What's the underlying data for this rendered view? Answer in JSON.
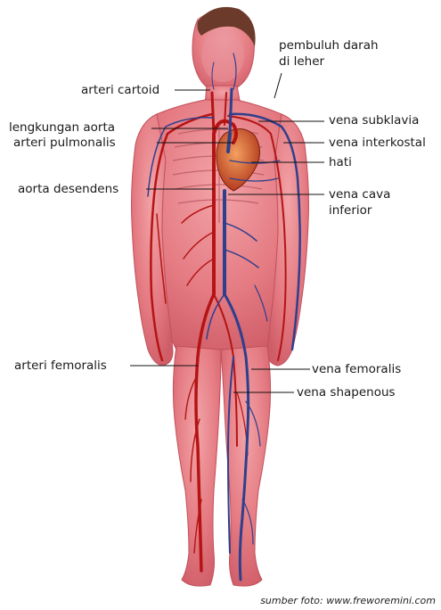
{
  "labels": {
    "pembuluh_darah_1": "pembuluh darah",
    "pembuluh_darah_2": "di leher",
    "arteri_cartoid": "arteri cartoid",
    "lengkungan_aorta": "lengkungan aorta",
    "arteri_pulmonalis": "arteri pulmonalis",
    "aorta_desendens": "aorta desendens",
    "vena_subklavia": "vena subklavia",
    "vena_interkostal": "vena interkostal",
    "hati": "hati",
    "vena_cava_1": "vena cava",
    "vena_cava_2": "inferior",
    "arteri_femoralis": "arteri femoralis",
    "vena_femoralis": "vena femoralis",
    "vena_shapenous": "vena shapenous"
  },
  "credit": "sumber foto: www.freworemini.com",
  "colors": {
    "skin": "#e87f86",
    "skin_dark": "#c85a64",
    "artery": "#b41414",
    "vein": "#2e3f8c",
    "hair": "#6b3a2a",
    "leader_line": "#111111"
  }
}
